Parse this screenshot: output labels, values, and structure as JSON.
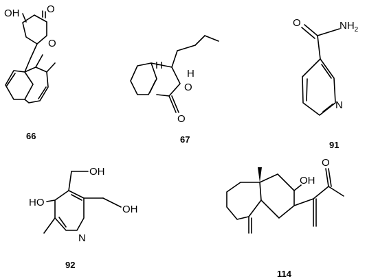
{
  "compounds": [
    {
      "id": "66",
      "atoms": {
        "o_hydroxyl": "OH",
        "o_ring": "O",
        "o_carbonyl": "O"
      }
    },
    {
      "id": "67",
      "atoms": {
        "h_left": "H",
        "h_right": "H",
        "o_ring": "O",
        "o_carbonyl": "O"
      }
    },
    {
      "id": "91",
      "atoms": {
        "o_carbonyl": "O",
        "n_amide": "NH",
        "n_amide_sub": "2",
        "n_ring": "N"
      }
    },
    {
      "id": "92",
      "atoms": {
        "oh_top": "OH",
        "ho_left": "HO",
        "oh_right": "OH",
        "n_ring": "N"
      }
    },
    {
      "id": "114",
      "atoms": {
        "o_hydroxyl": "OH",
        "o_carbonyl": "O"
      }
    }
  ]
}
